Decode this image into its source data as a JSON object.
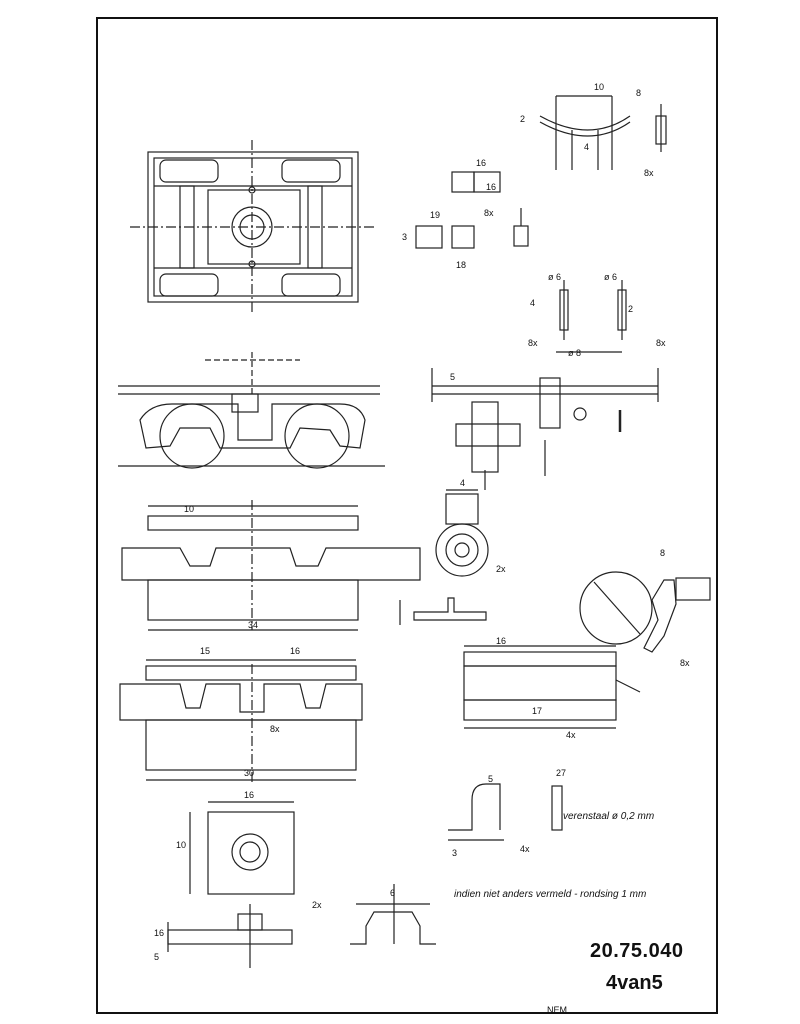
{
  "drawing_number": "20.75.040",
  "sheet_number": "4van5",
  "footer_code": "NEM",
  "notes": {
    "inside_note": "indien niet anders vermeld - rondsing 1 mm",
    "pin_note": "verenstaal ø 0,2 mm"
  },
  "dimensions": {
    "d1": "10",
    "d2": "2",
    "d3": "8",
    "d4": "4",
    "d5": "16",
    "d6": "19",
    "d7": "18",
    "d8": "16",
    "d9": "3",
    "d10": "4",
    "d11": "2",
    "d12": "ø 6",
    "d13": "ø 6",
    "d14": "ø 8",
    "d15": "5",
    "d16": "4",
    "d17": "10",
    "d18": "34",
    "d19": "8",
    "d20": "15",
    "d21": "16",
    "d22": "16",
    "d23": "30",
    "d24": "16",
    "d25": "10",
    "d26": "17",
    "d27": "3",
    "d28": "27",
    "d29": "5",
    "d30": "6",
    "d31": "16",
    "d32": "5"
  },
  "multipliers": {
    "m1": "8x",
    "m2": "8x",
    "m3": "8x",
    "m4": "8x",
    "m5": "2x",
    "m6": "8x",
    "m7": "8x",
    "m8": "4x",
    "m9": "4x",
    "m10": "2x"
  }
}
